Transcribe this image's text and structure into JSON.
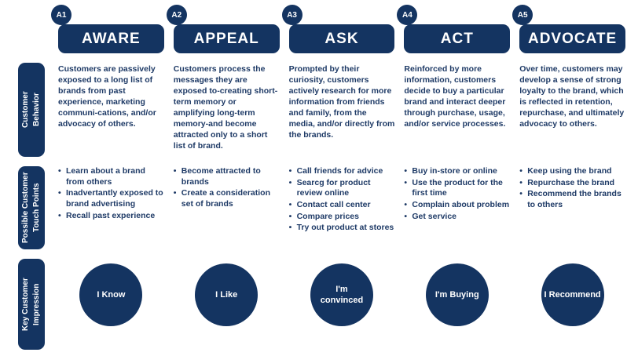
{
  "colors": {
    "navy": "#143461",
    "text": "#1e3a66"
  },
  "row_labels": {
    "behavior": "Customer\nBehavior",
    "touchpoints": "Possible Customer\nTouch Points",
    "impression": "Key Customer\nImpression"
  },
  "columns": [
    {
      "badge": "A1",
      "title": "AWARE",
      "behavior": "Customers are passively exposed to a long list of brands from past experience, marketing communi-cations, and/or advocacy of others.",
      "touchpoints": [
        "Learn about a brand from others",
        "Inadvertantly exposed to brand advertising",
        "Recall past experience"
      ],
      "impression": "I Know"
    },
    {
      "badge": "A2",
      "title": "APPEAL",
      "behavior": "Customers process the messages they are exposed to-creating short-term memory or amplifying long-term memory-and become attracted only to a short list of brand.",
      "touchpoints": [
        "Become attracted to brands",
        "Create a consideration set of brands"
      ],
      "impression": "I Like"
    },
    {
      "badge": "A3",
      "title": "ASK",
      "behavior": "Prompted by their curiosity, customers actively research for more information from friends and family, from the media, and/or directly from the brands.",
      "touchpoints": [
        "Call friends for advice",
        "Searcg for product review online",
        "Contact call center",
        "Compare prices",
        "Try out product at stores"
      ],
      "impression": "I'm\nconvinced"
    },
    {
      "badge": "A4",
      "title": "ACT",
      "behavior": "Reinforced by more information, customers decide to buy a particular brand and interact deeper through purchase, usage, and/or service processes.",
      "touchpoints": [
        "Buy in-store or online",
        "Use the product for the first time",
        "Complain about problem",
        "Get service"
      ],
      "impression": "I'm Buying"
    },
    {
      "badge": "A5",
      "title": "ADVOCATE",
      "behavior": "Over time, customers may develop a sense of strong loyalty to the brand, which is reflected in retention, repurchase, and ultimately advocacy to others.",
      "touchpoints": [
        "Keep using the brand",
        "Repurchase the brand",
        "Recommend the brands to others"
      ],
      "impression": "I Recommend"
    }
  ]
}
